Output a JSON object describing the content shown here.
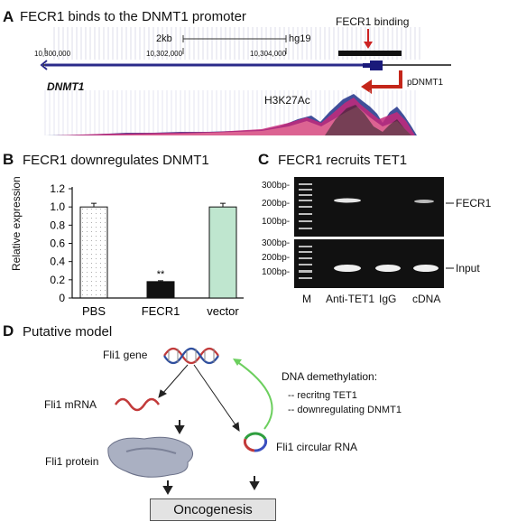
{
  "panel_a": {
    "letter": "A",
    "title": "FECR1 binds to the DNMT1 promoter",
    "scale_label": "2kb",
    "assembly": "hg19",
    "coords": [
      "10,300,000",
      "10,302,000",
      "10,304,000"
    ],
    "binding_label": "FECR1 binding",
    "promoter_label": "pDNMT1",
    "gene_label": "DNMT1",
    "track_label": "H3K27Ac"
  },
  "panel_b": {
    "letter": "B",
    "title": "FECR1 downregulates DNMT1",
    "significance": "**"
  },
  "panel_c": {
    "letter": "C",
    "title": "FECR1 recruits TET1",
    "ladder_top": [
      "300bp-",
      "200bp-",
      "100bp-"
    ],
    "ladder_bottom": [
      "300bp-",
      "200bp-",
      "100bp-"
    ],
    "band_top_label": "FECR1",
    "band_bottom_label": "Input",
    "lanes": [
      "M",
      "Anti-TET1",
      "IgG",
      "cDNA"
    ]
  },
  "panel_d": {
    "letter": "D",
    "title": "Putative model",
    "gene": "Fli1 gene",
    "mrna": "Fli1 mRNA",
    "protein": "Fli1 protein",
    "circ": "Fli1 circular RNA",
    "demeth_title": "DNA demethylation:",
    "demeth_1": "-- recritng TET1",
    "demeth_2": "-- downregulating DNMT1",
    "onco": "Oncogenesis"
  },
  "chart_data": {
    "type": "bar",
    "title": "FECR1 downregulates DNMT1",
    "xlabel": "",
    "ylabel": "Relative expression",
    "categories": [
      "PBS",
      "FECR1",
      "vector"
    ],
    "values": [
      1.0,
      0.18,
      1.0
    ],
    "errors": [
      0.04,
      0.01,
      0.04
    ],
    "ylim": [
      0,
      1.2
    ],
    "yticks": [
      "0",
      "0.2",
      "0.4",
      "0.6",
      "0.8",
      "1.0",
      "1.2"
    ],
    "colors": [
      "#ffffff",
      "#111111",
      "#bfe6cf"
    ],
    "grid": false
  }
}
